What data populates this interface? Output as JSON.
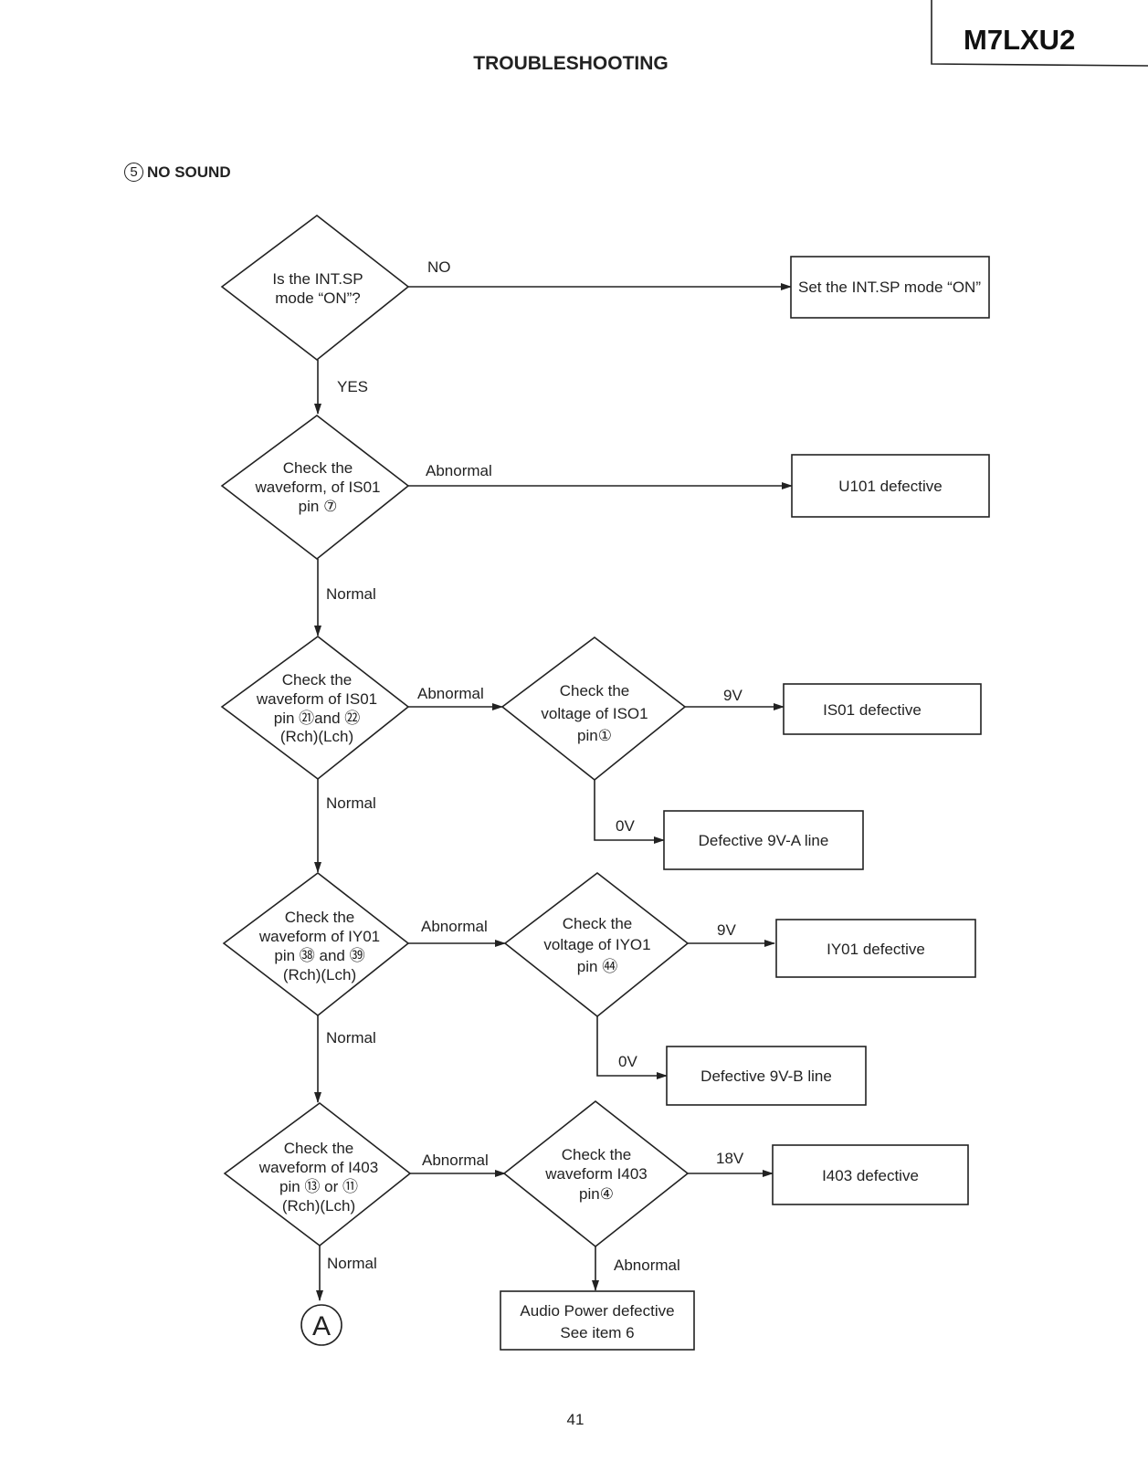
{
  "header": {
    "title": "TROUBLESHOOTING",
    "model": "M7LXU2"
  },
  "section": {
    "number": "5",
    "title": "NO SOUND"
  },
  "page_number": "41",
  "flow": {
    "d1": {
      "lines": [
        "Is the INT.SP",
        "mode “ON”?"
      ],
      "no": "NO",
      "yes": "YES"
    },
    "r1": "Set the INT.SP mode “ON”",
    "d2": {
      "lines": [
        "Check the",
        "waveform, of IS01",
        "pin ⑦"
      ],
      "abnormal": "Abnormal",
      "normal": "Normal"
    },
    "r2": "U101 defective",
    "d3": {
      "lines": [
        "Check the",
        "waveform of IS01",
        "pin ㉑and ㉒",
        "(Rch)(Lch)"
      ],
      "abnormal": "Abnormal",
      "normal": "Normal"
    },
    "d3b": {
      "lines": [
        "Check the",
        "voltage of ISO1",
        "pin①"
      ],
      "v9": "9V",
      "v0": "0V"
    },
    "r3": "IS01 defective",
    "r3b": "Defective 9V-A line",
    "d4": {
      "lines": [
        "Check the",
        "waveform of IY01",
        "pin ㊳ and ㊴",
        "(Rch)(Lch)"
      ],
      "abnormal": "Abnormal",
      "normal": "Normal"
    },
    "d4b": {
      "lines": [
        "Check the",
        "voltage of IYO1",
        "pin ㊹"
      ],
      "v9": "9V",
      "v0": "0V"
    },
    "r4": "IY01 defective",
    "r4b": "Defective 9V-B line",
    "d5": {
      "lines": [
        "Check the",
        "waveform of I403",
        "pin ⑬ or ⑪",
        "(Rch)(Lch)"
      ],
      "abnormal": "Abnormal",
      "normal": "Normal"
    },
    "d5b": {
      "lines": [
        "Check the",
        "waveform I403",
        "pin④"
      ],
      "v18": "18V",
      "abnormal": "Abnormal"
    },
    "r5": "I403 defective",
    "r5b": [
      "Audio Power defective",
      "See item 6"
    ],
    "connector": "A"
  }
}
